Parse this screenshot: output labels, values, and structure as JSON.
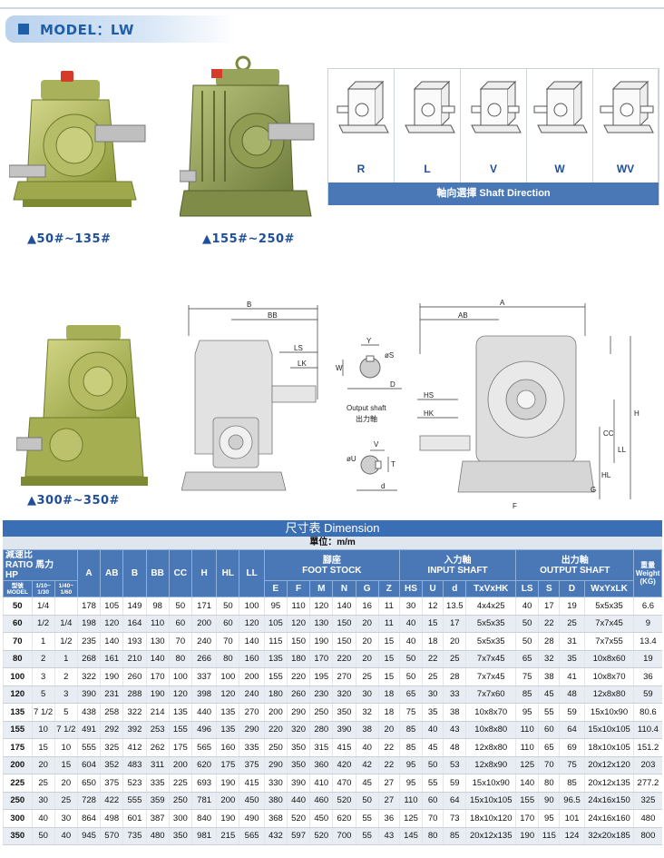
{
  "header": {
    "model_label": "MODEL：LW"
  },
  "products": {
    "caption_small": "▲50#~135#",
    "caption_mid": "▲155#~250#",
    "caption_large": "▲300#~350#"
  },
  "shaft_direction": {
    "types": [
      "R",
      "L",
      "V",
      "W",
      "WV"
    ],
    "footer": "軸向選擇 Shaft Direction"
  },
  "drawing_side": {
    "labels": {
      "B": "B",
      "BB": "BB",
      "LS": "LS",
      "LK": "LK"
    }
  },
  "drawing_shaft": {
    "labels": {
      "Y": "Y",
      "oS": "øS",
      "W": "W",
      "D": "D",
      "V": "V",
      "oU": "øU",
      "T": "T",
      "d": "d"
    },
    "caption_en": "Output shaft",
    "caption_zh": "出力軸"
  },
  "drawing_front": {
    "labels": {
      "A": "A",
      "AB": "AB",
      "HS": "HS",
      "HK": "HK",
      "H": "H",
      "CC": "CC",
      "LL": "LL",
      "HL": "HL",
      "G": "G",
      "F": "F"
    }
  },
  "table": {
    "title": "尺寸表  Dimension",
    "unit": "單位：m/m",
    "headers": {
      "ratio": "減速比\nRATIO",
      "hp": "馬力\nHP",
      "model": "型號\nMODEL",
      "ratio_a": "1/10~\n1/30",
      "ratio_b": "1/40~\n1/60",
      "foot_stock": "腳座\nFOOT STOCK",
      "input_shaft": "入力軸\nINPUT SHAFT",
      "output_shaft": "出力軸\nOUTPUT SHAFT",
      "weight": "重量\nWeight\n(KG)",
      "main_cols": [
        "A",
        "AB",
        "B",
        "BB",
        "CC",
        "H",
        "HL",
        "LL"
      ],
      "foot_cols": [
        "E",
        "F",
        "M",
        "N",
        "G",
        "Z"
      ],
      "input_cols": [
        "HS",
        "U",
        "d",
        "TxVxHK"
      ],
      "output_cols": [
        "LS",
        "S",
        "D",
        "WxYxLK"
      ]
    },
    "rows": [
      [
        "50",
        "1/4",
        "",
        "178",
        "105",
        "149",
        "98",
        "50",
        "171",
        "50",
        "100",
        "95",
        "110",
        "120",
        "140",
        "16",
        "11",
        "30",
        "12",
        "13.5",
        "4x4x25",
        "40",
        "17",
        "19",
        "5x5x35",
        "6.6"
      ],
      [
        "60",
        "1/2",
        "1/4",
        "198",
        "120",
        "164",
        "110",
        "60",
        "200",
        "60",
        "120",
        "105",
        "120",
        "130",
        "150",
        "20",
        "11",
        "40",
        "15",
        "17",
        "5x5x35",
        "50",
        "22",
        "25",
        "7x7x45",
        "9"
      ],
      [
        "70",
        "1",
        "1/2",
        "235",
        "140",
        "193",
        "130",
        "70",
        "240",
        "70",
        "140",
        "115",
        "150",
        "190",
        "150",
        "20",
        "15",
        "40",
        "18",
        "20",
        "5x5x35",
        "50",
        "28",
        "31",
        "7x7x55",
        "13.4"
      ],
      [
        "80",
        "2",
        "1",
        "268",
        "161",
        "210",
        "140",
        "80",
        "266",
        "80",
        "160",
        "135",
        "180",
        "170",
        "220",
        "20",
        "15",
        "50",
        "22",
        "25",
        "7x7x45",
        "65",
        "32",
        "35",
        "10x8x60",
        "19"
      ],
      [
        "100",
        "3",
        "2",
        "322",
        "190",
        "260",
        "170",
        "100",
        "337",
        "100",
        "200",
        "155",
        "220",
        "195",
        "270",
        "25",
        "15",
        "50",
        "25",
        "28",
        "7x7x45",
        "75",
        "38",
        "41",
        "10x8x70",
        "36"
      ],
      [
        "120",
        "5",
        "3",
        "390",
        "231",
        "288",
        "190",
        "120",
        "398",
        "120",
        "240",
        "180",
        "260",
        "230",
        "320",
        "30",
        "18",
        "65",
        "30",
        "33",
        "7x7x60",
        "85",
        "45",
        "48",
        "12x8x80",
        "59"
      ],
      [
        "135",
        "7 1/2",
        "5",
        "438",
        "258",
        "322",
        "214",
        "135",
        "440",
        "135",
        "270",
        "200",
        "290",
        "250",
        "350",
        "32",
        "18",
        "75",
        "35",
        "38",
        "10x8x70",
        "95",
        "55",
        "59",
        "15x10x90",
        "80.6"
      ],
      [
        "155",
        "10",
        "7 1/2",
        "491",
        "292",
        "392",
        "253",
        "155",
        "496",
        "135",
        "290",
        "220",
        "320",
        "280",
        "390",
        "38",
        "20",
        "85",
        "40",
        "43",
        "10x8x80",
        "110",
        "60",
        "64",
        "15x10x105",
        "110.4"
      ],
      [
        "175",
        "15",
        "10",
        "555",
        "325",
        "412",
        "262",
        "175",
        "565",
        "160",
        "335",
        "250",
        "350",
        "315",
        "415",
        "40",
        "22",
        "85",
        "45",
        "48",
        "12x8x80",
        "110",
        "65",
        "69",
        "18x10x105",
        "151.2"
      ],
      [
        "200",
        "20",
        "15",
        "604",
        "352",
        "483",
        "311",
        "200",
        "620",
        "175",
        "375",
        "290",
        "350",
        "360",
        "420",
        "42",
        "22",
        "95",
        "50",
        "53",
        "12x8x90",
        "125",
        "70",
        "75",
        "20x12x120",
        "203"
      ],
      [
        "225",
        "25",
        "20",
        "650",
        "375",
        "523",
        "335",
        "225",
        "693",
        "190",
        "415",
        "330",
        "390",
        "410",
        "470",
        "45",
        "27",
        "95",
        "55",
        "59",
        "15x10x90",
        "140",
        "80",
        "85",
        "20x12x135",
        "277.2"
      ],
      [
        "250",
        "30",
        "25",
        "728",
        "422",
        "555",
        "359",
        "250",
        "781",
        "200",
        "450",
        "380",
        "440",
        "460",
        "520",
        "50",
        "27",
        "110",
        "60",
        "64",
        "15x10x105",
        "155",
        "90",
        "96.5",
        "24x16x150",
        "325"
      ],
      [
        "300",
        "40",
        "30",
        "864",
        "498",
        "601",
        "387",
        "300",
        "840",
        "190",
        "490",
        "368",
        "520",
        "450",
        "620",
        "55",
        "36",
        "125",
        "70",
        "73",
        "18x10x120",
        "170",
        "95",
        "101",
        "24x16x160",
        "480"
      ],
      [
        "350",
        "50",
        "40",
        "945",
        "570",
        "735",
        "480",
        "350",
        "981",
        "215",
        "565",
        "432",
        "597",
        "520",
        "700",
        "55",
        "43",
        "145",
        "80",
        "85",
        "20x12x135",
        "190",
        "115",
        "124",
        "32x20x185",
        "800"
      ]
    ]
  },
  "colors": {
    "brand_blue": "#1f5fa8",
    "header_blue": "#4a78b6",
    "gearbox_green": "#9aa54a"
  }
}
